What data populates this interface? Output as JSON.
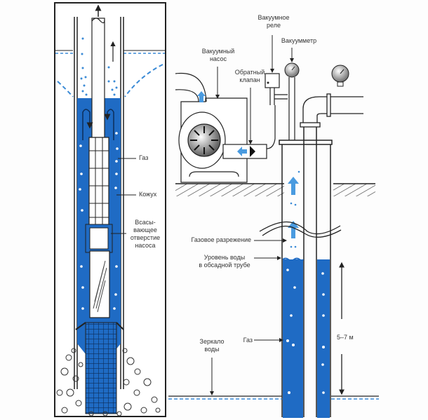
{
  "diagram": {
    "colors": {
      "water": "#1f6bc4",
      "water_light": "#4a9be0",
      "line": "#222222",
      "background": "#fdfdfd",
      "dashed_water": "#3a8ad6"
    },
    "left_panel": {
      "title": "submersible-pump-well",
      "labels": {
        "gas": "Газ",
        "casing": "Кожух",
        "intake": "Всасы-\nвающее\nотверстие\nнасоса"
      }
    },
    "right_panel": {
      "title": "vacuum-pump-well",
      "labels": {
        "vacuum_pump": "Вакуумный\nнасос",
        "vacuum_relay": "Вакуумное\nреле",
        "vacuum_gauge": "Вакуумметр",
        "check_valve": "Обратный\nклапан",
        "gas_rarefaction": "Газовое разрежение",
        "water_level_casing": "Уровень воды\nв обсадной трубе",
        "water_table": "Зеркало\nводы",
        "gas": "Газ",
        "depth": "5–7 м"
      }
    }
  }
}
